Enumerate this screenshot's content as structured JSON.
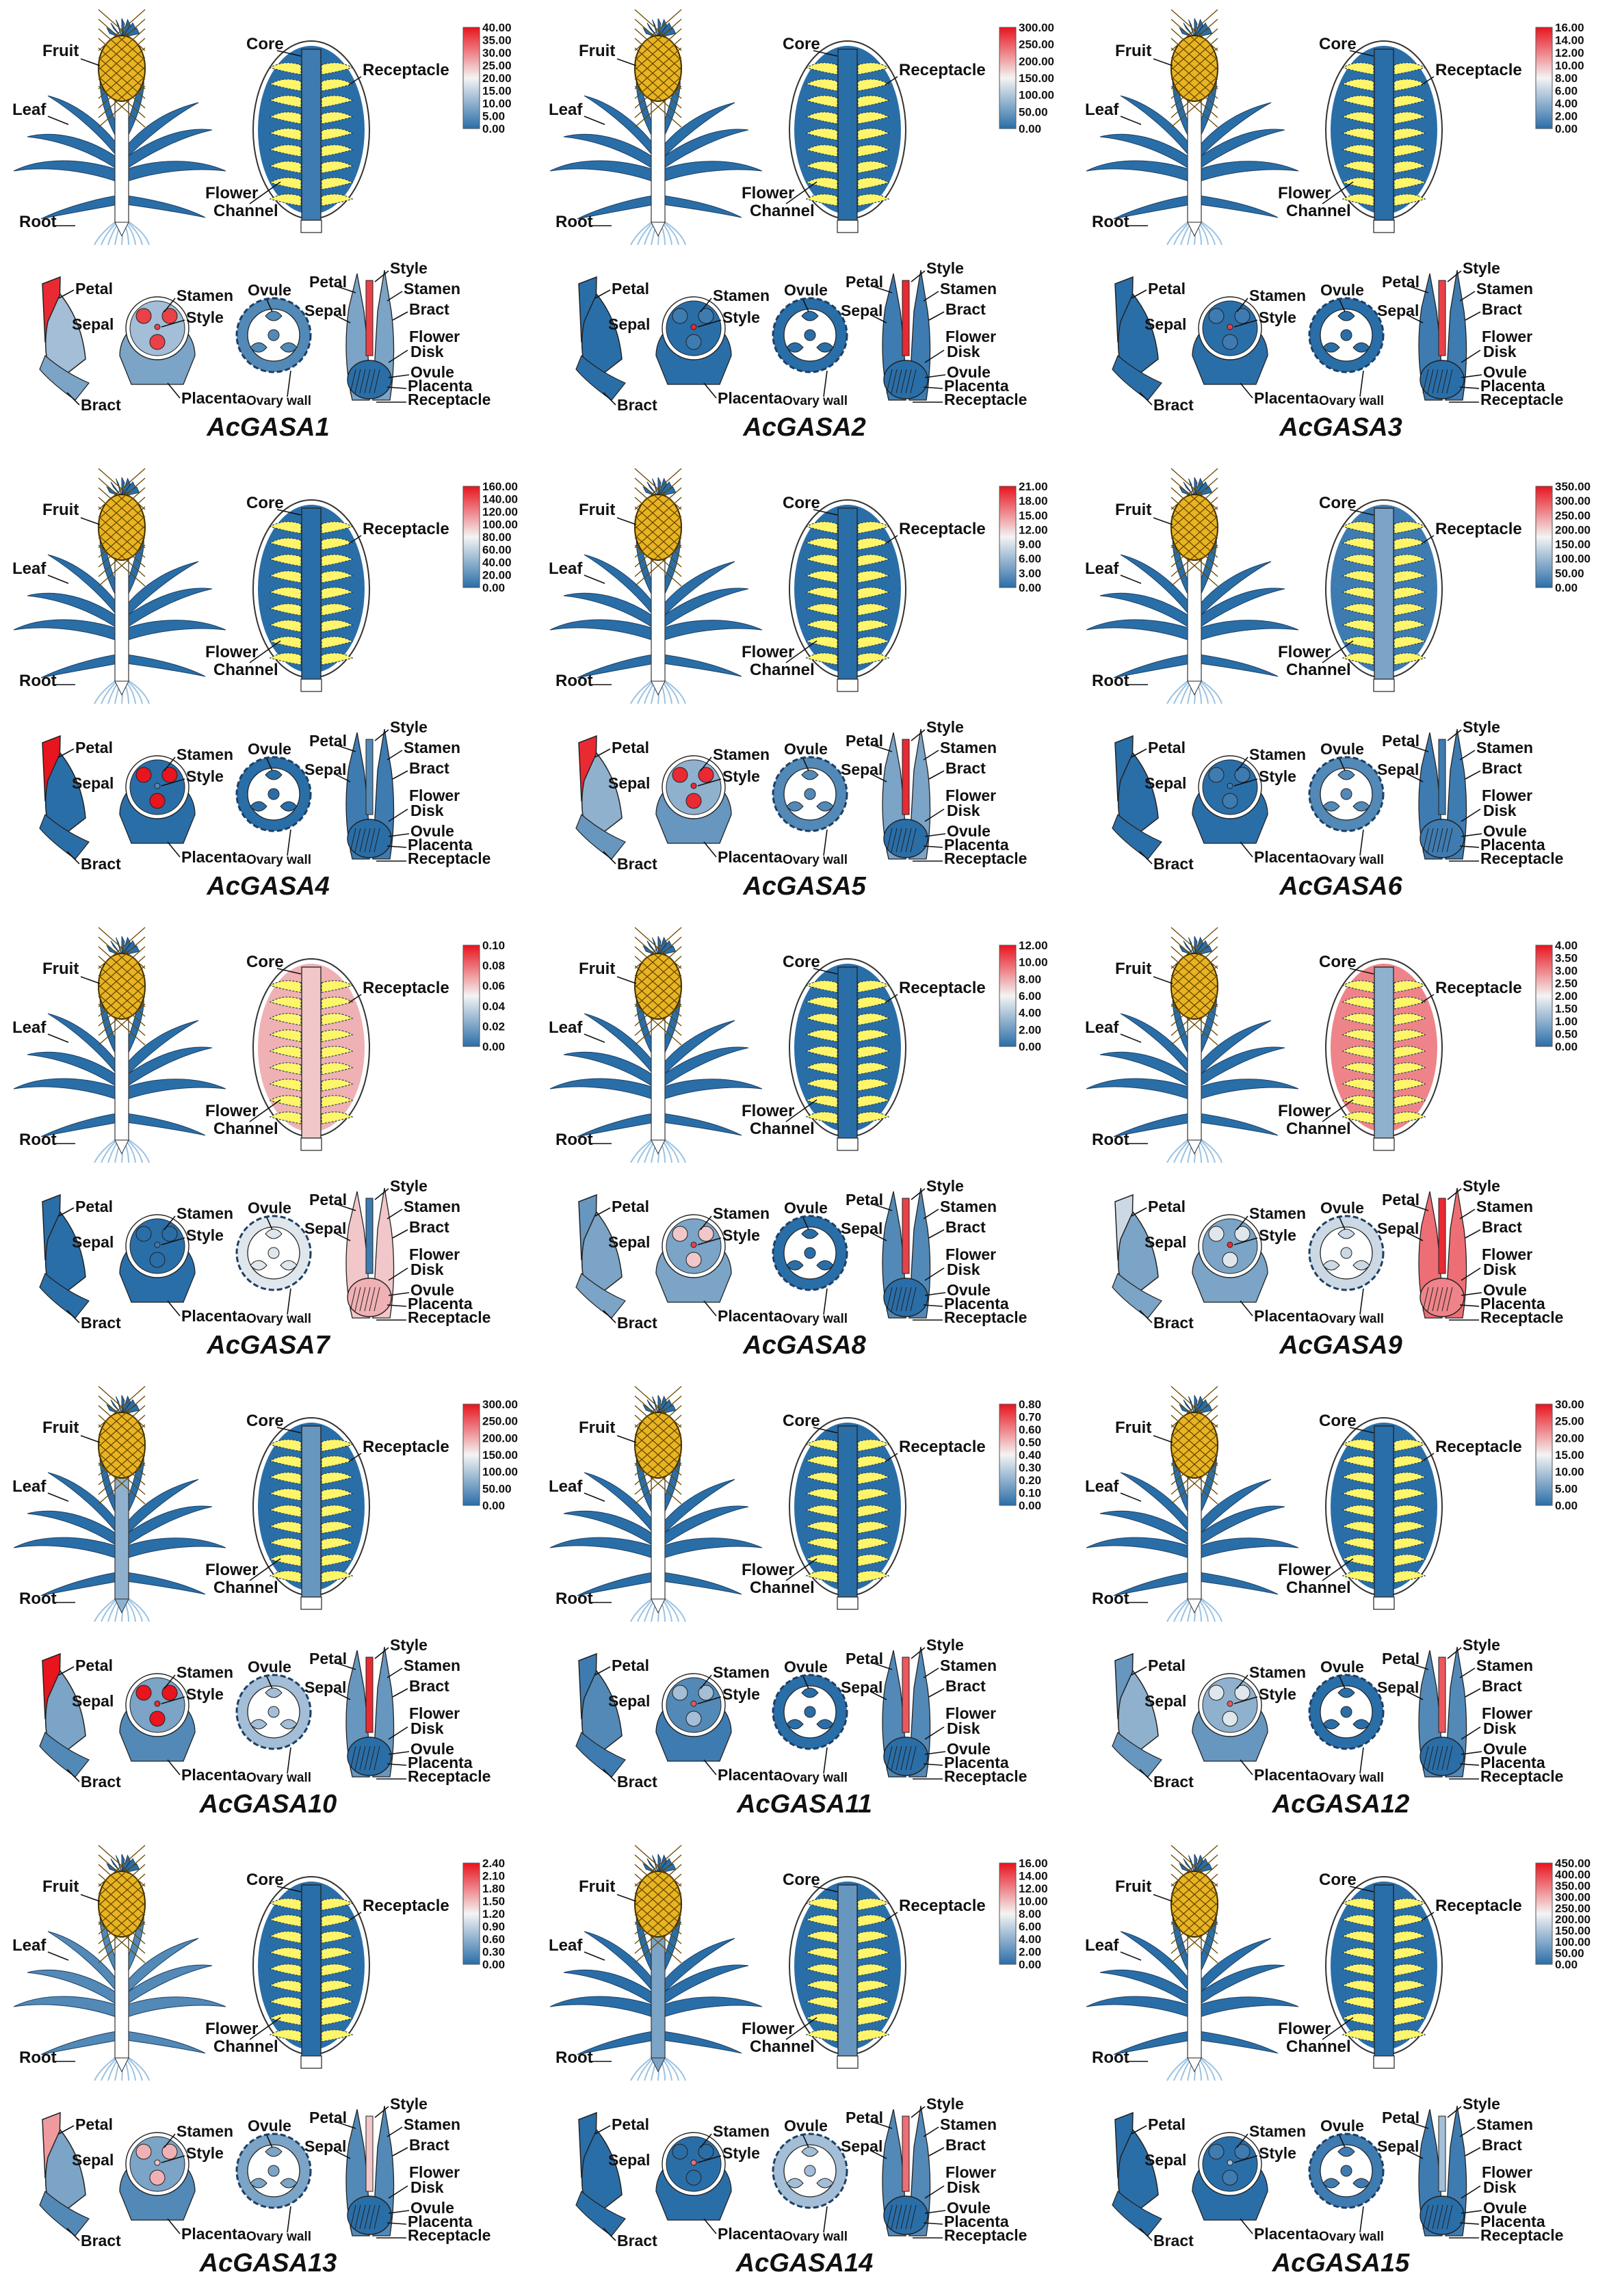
{
  "labels": {
    "fruit": "Fruit",
    "core": "Core",
    "receptacle": "Receptacle",
    "leaf": "Leaf",
    "flower_channel_1": "Flower",
    "flower_channel_2": "Channel",
    "root": "Root",
    "petal": "Petal",
    "sepal": "Sepal",
    "bract": "Bract",
    "stamen": "Stamen",
    "style": "Style",
    "ovule": "Ovule",
    "placenta": "Placenta",
    "ovary_wall": "Ovary wall",
    "flower_disk_1": "Flower",
    "flower_disk_2": "Disk"
  },
  "colors": {
    "low": "#2A6EA8",
    "mid": "#F4F4F4",
    "high": "#E8141E",
    "fruit": "#E8B422",
    "chamber": "#FFF56A",
    "stalk_neutral": "#FFFFFF"
  },
  "panels": [
    {
      "gene": "AcGASA1",
      "ticks": [
        "40.00",
        "35.00",
        "30.00",
        "25.00",
        "20.00",
        "15.00",
        "10.00",
        "5.00",
        "0.00"
      ],
      "levels": {
        "leaf": 0,
        "stalk": 1,
        "core": 0.05,
        "receptacle": 0,
        "petal": 0.95,
        "sepal": 0.3,
        "bract": 0.2,
        "stamen": 0.9,
        "ovary": 0.1,
        "style": 0.9,
        "flower": 0.2
      }
    },
    {
      "gene": "AcGASA2",
      "ticks": [
        "300.00",
        "250.00",
        "200.00",
        "150.00",
        "100.00",
        "50.00",
        "0.00"
      ],
      "levels": {
        "leaf": 0,
        "stalk": 1,
        "core": 0,
        "receptacle": 0,
        "petal": 0,
        "sepal": 0,
        "bract": 0,
        "stamen": 0.05,
        "ovary": 0,
        "style": 0.95,
        "flower": 0.05
      }
    },
    {
      "gene": "AcGASA3",
      "ticks": [
        "16.00",
        "14.00",
        "12.00",
        "10.00",
        "8.00",
        "6.00",
        "4.00",
        "2.00",
        "0.00"
      ],
      "levels": {
        "leaf": 0,
        "stalk": 1,
        "core": 0,
        "receptacle": 0,
        "petal": 0,
        "sepal": 0,
        "bract": 0,
        "stamen": 0.05,
        "ovary": 0,
        "style": 0.9,
        "flower": 0.05
      }
    },
    {
      "gene": "AcGASA4",
      "ticks": [
        "160.00",
        "140.00",
        "120.00",
        "100.00",
        "80.00",
        "60.00",
        "40.00",
        "20.00",
        "0.00"
      ],
      "levels": {
        "leaf": 0,
        "stalk": 1,
        "core": 0,
        "receptacle": 0,
        "petal": 1,
        "sepal": 0,
        "bract": 0,
        "stamen": 1,
        "ovary": 0,
        "style": 0.1,
        "flower": 0.05
      }
    },
    {
      "gene": "AcGASA5",
      "ticks": [
        "21.00",
        "18.00",
        "15.00",
        "12.00",
        "9.00",
        "6.00",
        "3.00",
        "0.00"
      ],
      "levels": {
        "leaf": 0,
        "stalk": 1,
        "core": 0,
        "receptacle": 0,
        "petal": 0.95,
        "sepal": 0.25,
        "bract": 0.15,
        "stamen": 0.95,
        "ovary": 0.1,
        "style": 0.95,
        "flower": 0.2
      }
    },
    {
      "gene": "AcGASA6",
      "ticks": [
        "350.00",
        "300.00",
        "250.00",
        "200.00",
        "150.00",
        "100.00",
        "50.00",
        "0.00"
      ],
      "levels": {
        "leaf": 0,
        "stalk": 1.0,
        "core": 0.2,
        "receptacle": 0.05,
        "petal": 0,
        "sepal": 0,
        "bract": 0,
        "stamen": 0.05,
        "ovary": 0.1,
        "style": 0.05,
        "flower": 0.05
      }
    },
    {
      "gene": "AcGASA7",
      "ticks": [
        "0.10",
        "0.08",
        "0.06",
        "0.04",
        "0.02",
        "0.00"
      ],
      "levels": {
        "leaf": 0,
        "stalk": 1.0,
        "core": 0.6,
        "receptacle": 0.65,
        "petal": 0,
        "sepal": 0,
        "bract": 0,
        "stamen": 0,
        "ovary": 0.45,
        "style": 0.05,
        "flower": 0.6
      }
    },
    {
      "gene": "AcGASA8",
      "ticks": [
        "12.00",
        "10.00",
        "8.00",
        "6.00",
        "4.00",
        "2.00",
        "0.00"
      ],
      "levels": {
        "leaf": 0,
        "stalk": 1,
        "core": 0,
        "receptacle": 0,
        "petal": 0.15,
        "sepal": 0.2,
        "bract": 0.2,
        "stamen": 0.6,
        "ovary": 0,
        "style": 0.9,
        "flower": 0.1
      }
    },
    {
      "gene": "AcGASA9",
      "ticks": [
        "4.00",
        "3.50",
        "3.00",
        "2.50",
        "2.00",
        "1.50",
        "1.00",
        "0.50",
        "0.00"
      ],
      "levels": {
        "leaf": 0,
        "stalk": 1.0,
        "core": 0.25,
        "receptacle": 0.75,
        "petal": 0.4,
        "sepal": 0.2,
        "bract": 0.2,
        "stamen": 0.45,
        "ovary": 0.4,
        "style": 0.95,
        "flower": 0.8
      }
    },
    {
      "gene": "AcGASA10",
      "ticks": [
        "300.00",
        "250.00",
        "200.00",
        "150.00",
        "100.00",
        "50.00",
        "0.00"
      ],
      "levels": {
        "leaf": 0,
        "stalk": 0.25,
        "core": 0.15,
        "receptacle": 0,
        "petal": 1,
        "sepal": 0.2,
        "bract": 0.1,
        "stamen": 1,
        "ovary": 0.3,
        "style": 0.95,
        "flower": 0.15
      }
    },
    {
      "gene": "AcGASA11",
      "ticks": [
        "0.80",
        "0.70",
        "0.60",
        "0.50",
        "0.40",
        "0.30",
        "0.20",
        "0.10",
        "0.00"
      ],
      "levels": {
        "leaf": 0,
        "stalk": 1,
        "core": 0,
        "receptacle": 0,
        "petal": 0.05,
        "sepal": 0.1,
        "bract": 0.05,
        "stamen": 0.3,
        "ovary": 0,
        "style": 0.85,
        "flower": 0.1
      }
    },
    {
      "gene": "AcGASA12",
      "ticks": [
        "30.00",
        "25.00",
        "20.00",
        "15.00",
        "10.00",
        "5.00",
        "0.00"
      ],
      "levels": {
        "leaf": 0,
        "stalk": 1,
        "core": 0,
        "receptacle": 0,
        "petal": 0.15,
        "sepal": 0.25,
        "bract": 0.15,
        "stamen": 0.45,
        "ovary": 0,
        "style": 0.85,
        "flower": 0.1
      }
    },
    {
      "gene": "AcGASA13",
      "ticks": [
        "2.40",
        "2.10",
        "1.80",
        "1.50",
        "1.20",
        "0.90",
        "0.60",
        "0.30",
        "0.00"
      ],
      "levels": {
        "leaf": 0.1,
        "stalk": 1,
        "core": 0,
        "receptacle": 0,
        "petal": 0.7,
        "sepal": 0.2,
        "bract": 0.1,
        "stamen": 0.65,
        "ovary": 0.2,
        "style": 0.6,
        "flower": 0.1
      }
    },
    {
      "gene": "AcGASA14",
      "ticks": [
        "16.00",
        "14.00",
        "12.00",
        "10.00",
        "8.00",
        "6.00",
        "4.00",
        "2.00",
        "0.00"
      ],
      "levels": {
        "leaf": 0,
        "stalk": 0.2,
        "core": 0.15,
        "receptacle": 0,
        "petal": 0,
        "sepal": 0,
        "bract": 0,
        "stamen": 0,
        "ovary": 0.3,
        "style": 0.8,
        "flower": 0.1
      }
    },
    {
      "gene": "AcGASA15",
      "ticks": [
        "450.00",
        "400.00",
        "350.00",
        "300.00",
        "250.00",
        "200.00",
        "150.00",
        "100.00",
        "50.00",
        "0.00"
      ],
      "levels": {
        "leaf": 0,
        "stalk": 1,
        "core": 0,
        "receptacle": 0,
        "petal": 0,
        "sepal": 0,
        "bract": 0,
        "stamen": 0.05,
        "ovary": 0.05,
        "style": 0.3,
        "flower": 0.05
      }
    }
  ]
}
